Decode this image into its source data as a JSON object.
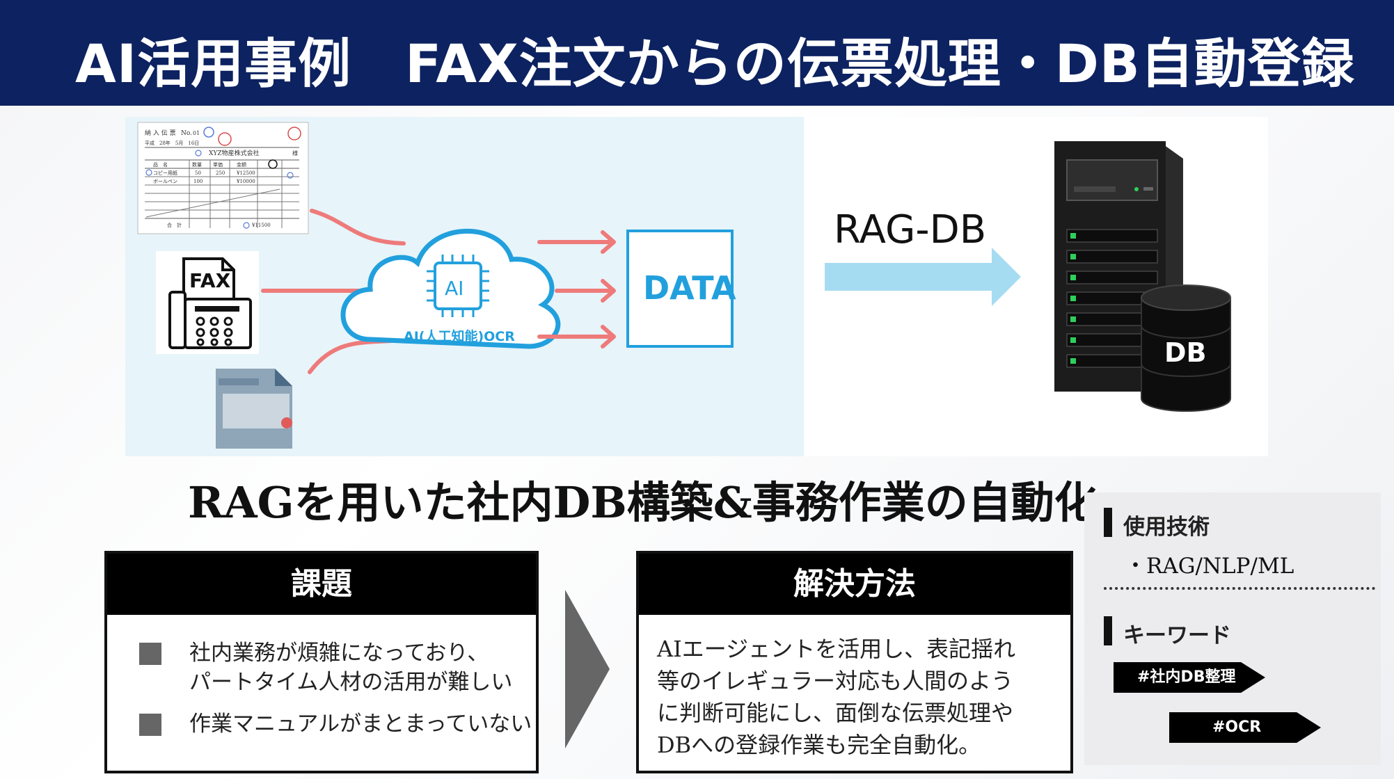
{
  "header": {
    "title": "AI活用事例　FAX注文からの伝票処理・DB自動登録"
  },
  "illustration": {
    "fax_label": "FAX",
    "chip_label": "AI",
    "cloud_label": "AI(人工知能)OCR",
    "data_label": "DATA",
    "invoice": {
      "title": "納 入 伝 票",
      "no_label": "No.",
      "no_value": "01",
      "date": "平成　28年　5月　16日",
      "company": "XYZ物産株式会社",
      "honorific": "様",
      "columns": [
        "品　名",
        "数量",
        "単価",
        "金額"
      ],
      "rows": [
        {
          "name": "コピー用紙",
          "qty": "50",
          "price": "250",
          "amount": "¥12500"
        },
        {
          "name": "ボールペン",
          "qty": "100",
          "price": "",
          "amount": "¥10000"
        }
      ],
      "total_label": "合　計",
      "total_amount": "¥11500"
    }
  },
  "rag": {
    "label": "RAG-DB"
  },
  "server": {
    "db_label": "DB"
  },
  "headline": "RAGを用いた社内DB構築&事務作業の自動化",
  "issues": {
    "title": "課題",
    "items": [
      "社内業務が煩雑になっており、\nパートタイム人材の活用が難しい",
      "作業マニュアルがまとまっていない"
    ]
  },
  "solution": {
    "title": "解決方法",
    "text": "AIエージェントを活用し、表記揺れ\n等のイレギュラー対応も人間のよう\nに判断可能にし、面倒な伝票処理や\nDBへの登録作業も完全自動化。"
  },
  "tech": {
    "tech_heading": "使用技術",
    "tech_item": "・RAG/NLP/ML",
    "keyword_heading": "キーワード",
    "tags": [
      "#社内DB整理",
      "#OCR"
    ]
  }
}
